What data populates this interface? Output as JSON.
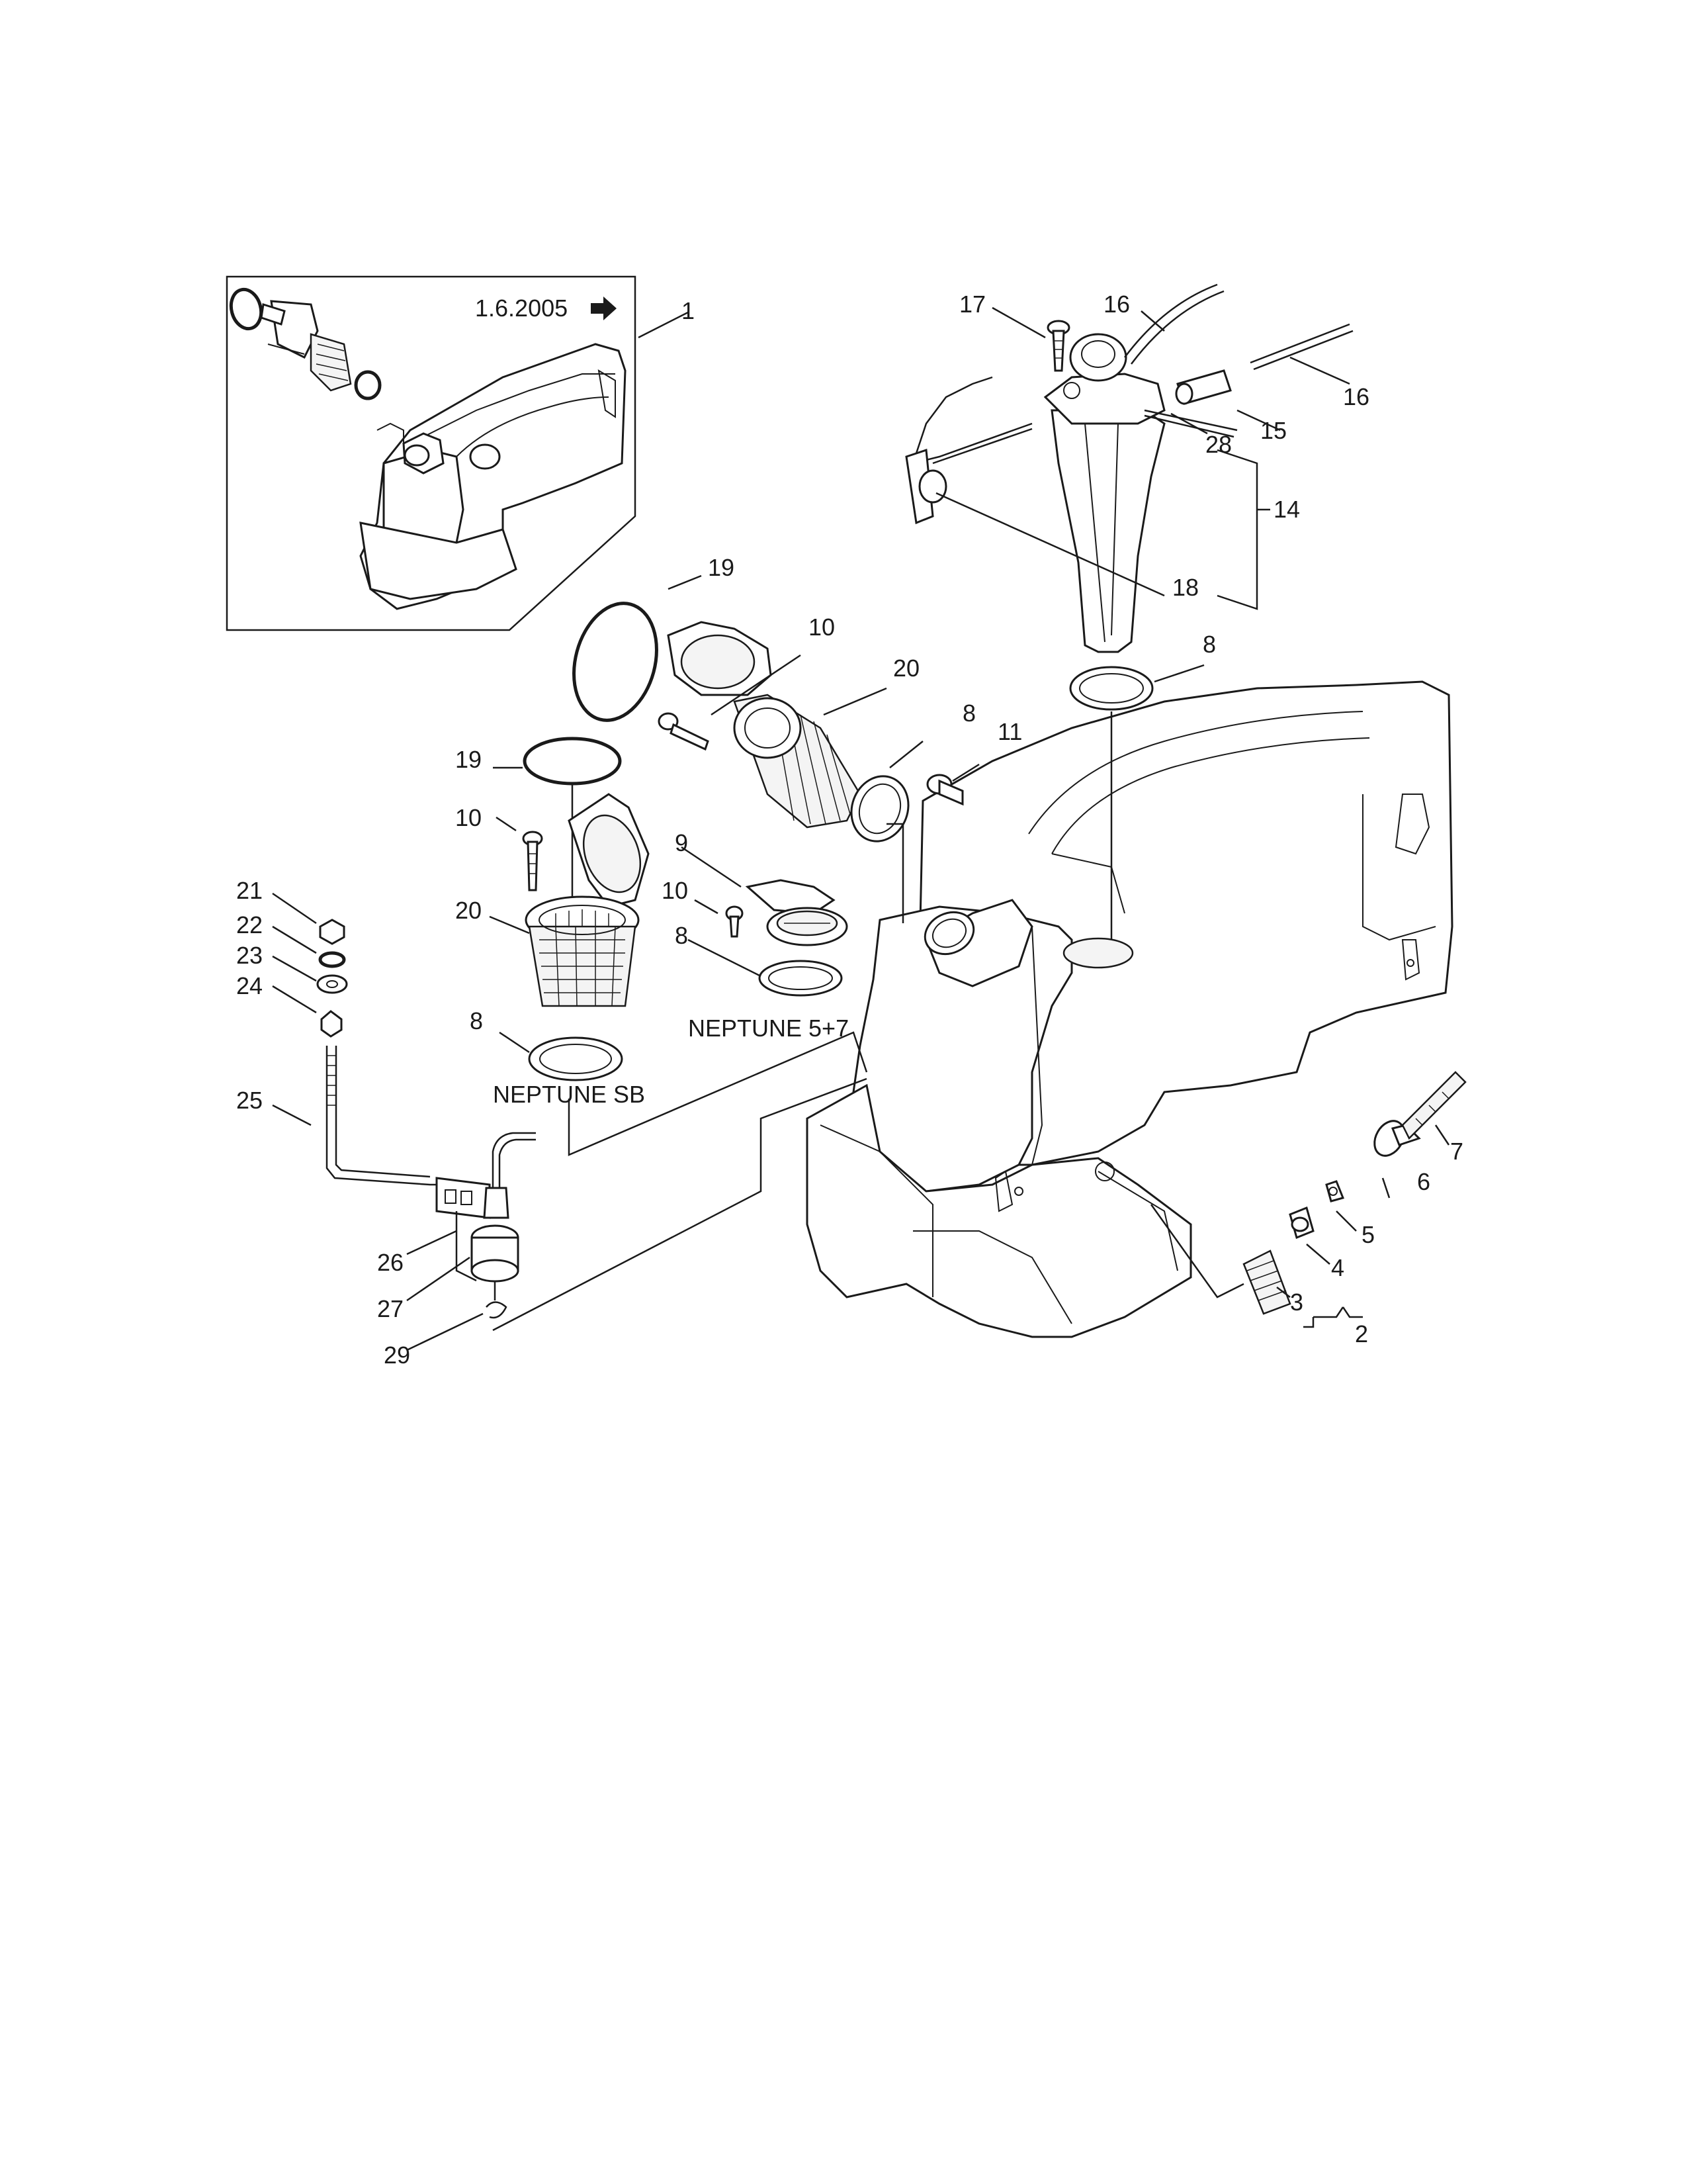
{
  "inset": {
    "date_label": "1.6.2005",
    "arrow_icon": "right-arrow-icon",
    "callout": "1"
  },
  "callouts": {
    "c2": "2",
    "c3": "3",
    "c4": "4",
    "c5": "5",
    "c6": "6",
    "c7": "7",
    "c8a": "8",
    "c8b": "8",
    "c8c": "8",
    "c8d": "8",
    "c9": "9",
    "c10a": "10",
    "c10b": "10",
    "c10c": "10",
    "c11": "11",
    "c14": "14",
    "c15": "15",
    "c16a": "16",
    "c16b": "16",
    "c17": "17",
    "c18": "18",
    "c19a": "19",
    "c19b": "19",
    "c20a": "20",
    "c20b": "20",
    "c21": "21",
    "c22": "22",
    "c23": "23",
    "c24": "24",
    "c25": "25",
    "c26": "26",
    "c27": "27",
    "c28": "28",
    "c29": "29"
  },
  "variants": {
    "neptune_57": "NEPTUNE 5+7",
    "neptune_sb": "NEPTUNE SB"
  }
}
